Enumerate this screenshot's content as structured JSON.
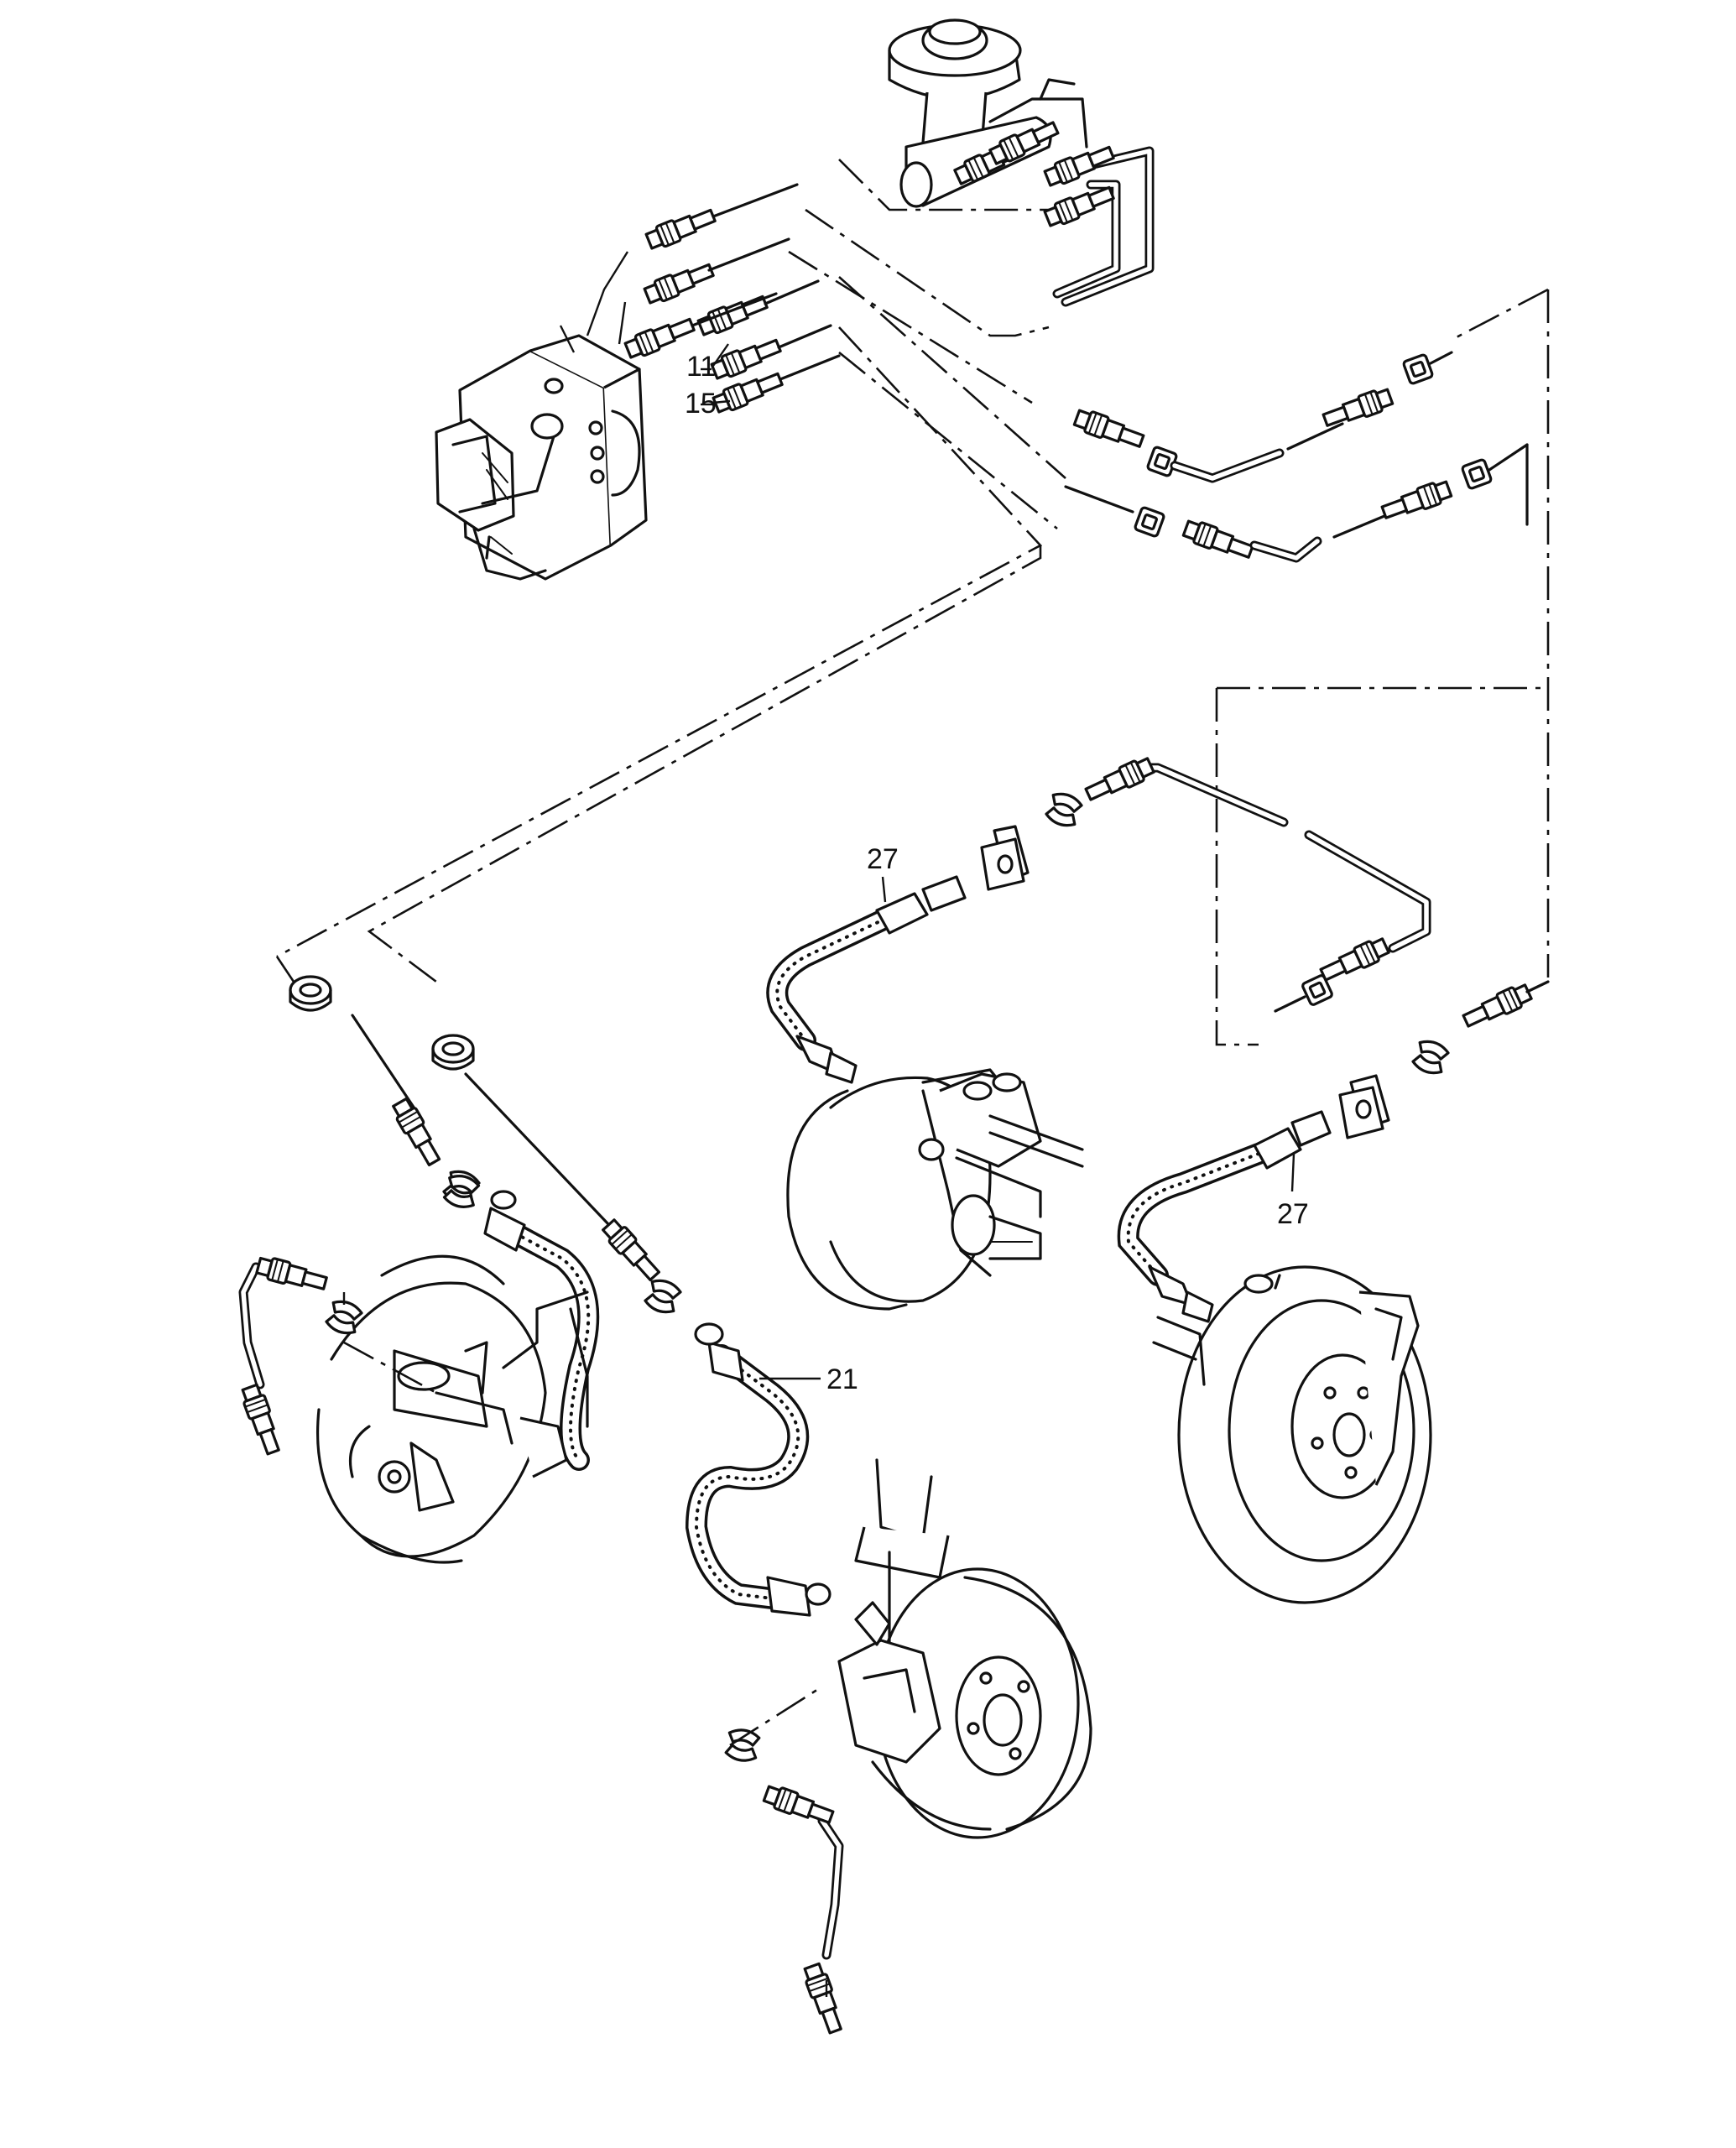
{
  "callouts": [
    {
      "id": "c11",
      "label": "11"
    },
    {
      "id": "c15",
      "label": "15"
    },
    {
      "id": "c27a",
      "label": "27"
    },
    {
      "id": "c27b",
      "label": "27"
    },
    {
      "id": "c21",
      "label": "21"
    }
  ]
}
